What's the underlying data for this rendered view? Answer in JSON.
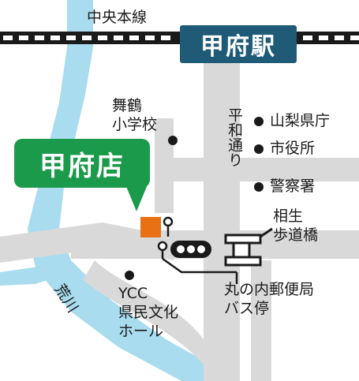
{
  "rail": {
    "line_name": "中央本線"
  },
  "station": {
    "label": "甲府駅"
  },
  "branch": {
    "label": "甲府店",
    "marker_color": "#ea7113",
    "callout_color": "#1b9a4b"
  },
  "places": {
    "school": [
      "舞鶴",
      "小学校"
    ],
    "prefectural_office": "山梨県庁",
    "city_hall": "市役所",
    "police": "警察署",
    "ycc_hall": [
      "YCC",
      "県民文化",
      "ホール"
    ]
  },
  "streets": {
    "heiwa_dori": "平和通り"
  },
  "bridge": {
    "label": [
      "相生",
      "歩道橋"
    ]
  },
  "bus_stop": {
    "label": [
      "丸の内郵便局",
      "バス停"
    ]
  },
  "river": {
    "label": "荒川"
  },
  "colors": {
    "road": "#d9d9d9",
    "river": "#a8dcee",
    "station_badge": "#1f5b76",
    "ink": "#1a1a1a"
  }
}
